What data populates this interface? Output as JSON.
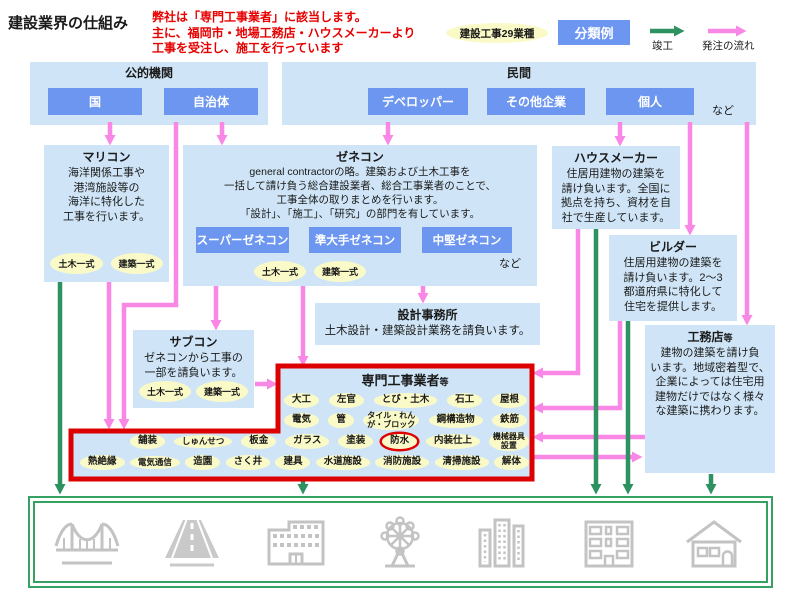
{
  "title": "建設業界の仕組み",
  "note": {
    "lines": [
      "弊社は「専門工事業者」に該当します。",
      "主に、福岡市・地場工務店・ハウスメーカーより",
      "工事を受注し、施工を行っています"
    ]
  },
  "legend": {
    "industry_badge": "建設工事29業種",
    "classification": "分類例",
    "completion": "竣工",
    "order_flow": "発注の流れ"
  },
  "sectors": {
    "public": {
      "label": "公的機関",
      "entities": [
        "国",
        "自治体"
      ]
    },
    "private": {
      "label": "民間",
      "entities": [
        "デベロッパー",
        "その他企業",
        "個人"
      ],
      "etc": "など"
    }
  },
  "boxes": {
    "marikon": {
      "title": "マリコン",
      "body": [
        "海洋関係工事や",
        "港湾施設等の",
        "海洋に特化した",
        "工事を行います。"
      ],
      "tags": [
        "土木一式",
        "建築一式"
      ]
    },
    "zenekon": {
      "title": "ゼネコン",
      "body": [
        "general contractorの略。建築および土木工事を",
        "一括して請け負う総合建設業者、総合工事業者のことで、",
        "工事全体の取りまとめを行います。",
        "「設計」、「施工」、「研究」の部門を有しています。"
      ],
      "subs": [
        "スーパーゼネコン",
        "準大手ゼネコン",
        "中堅ゼネコン"
      ],
      "tags": [
        "土木一式",
        "建築一式"
      ],
      "etc": "など"
    },
    "subcon": {
      "title": "サブコン",
      "body": [
        "ゼネコンから工事の",
        "一部を請負います。"
      ],
      "tags": [
        "土木一式",
        "建築一式"
      ]
    },
    "sekkei": {
      "title": "設計事務所",
      "body": [
        "土木設計・建築設計業務を請負います。"
      ]
    },
    "housemaker": {
      "title": "ハウスメーカー",
      "body": [
        "住居用建物の建築を",
        "請け負います。全国に",
        "拠点を持ち、資材を自",
        "社で生産しています。"
      ]
    },
    "builder": {
      "title": "ビルダー",
      "body": [
        "住居用建物の建築を",
        "請け負います。2～3",
        "都道府県に特化して",
        "住宅を提供します。"
      ]
    },
    "koumuten": {
      "title": "工務店",
      "title_suffix": "等",
      "body": [
        "建物の建築を請け負",
        "います。地域密着型で、",
        "企業によっては住宅用",
        "建物だけではなく様々",
        "な建築に携わります。"
      ]
    },
    "senmon": {
      "title": "専門工事業者",
      "title_suffix": "等",
      "row1": [
        "大工",
        "左官",
        "とび・土木",
        "石工",
        "屋根"
      ],
      "row2": [
        "電気",
        "管",
        {
          "label": "タイル・れん\nが・ブロック",
          "cls": "two-line"
        },
        "鋼構造物",
        "鉄筋"
      ],
      "row3": [
        "舗装",
        {
          "label": "しゅんせつ",
          "cls": "small"
        },
        "板金",
        "ガラス",
        "塗装",
        {
          "label": "防水",
          "cls": "circled"
        },
        "内装仕上",
        {
          "label": "機械器具\n設置",
          "cls": "two-line"
        }
      ],
      "row4": [
        "熱絶縁",
        {
          "label": "電気通信",
          "cls": "small"
        },
        "造園",
        "さく井",
        "建具",
        "水道施設",
        "消防施設",
        "清掃施設",
        "解体"
      ]
    }
  },
  "strip_icons": [
    "bridge",
    "road",
    "office-building",
    "ferris-wheel",
    "city-buildings",
    "apartment",
    "house"
  ],
  "colors": {
    "accent_blue": "#6c96f0",
    "panel_blue": "#cfe5f7",
    "tag_yellow": "#fafac8",
    "alert_red": "#dd0000",
    "flow_pink": "#f887e6",
    "completion_green": "#2e9160",
    "icon_gray": "#c3c3c3"
  }
}
